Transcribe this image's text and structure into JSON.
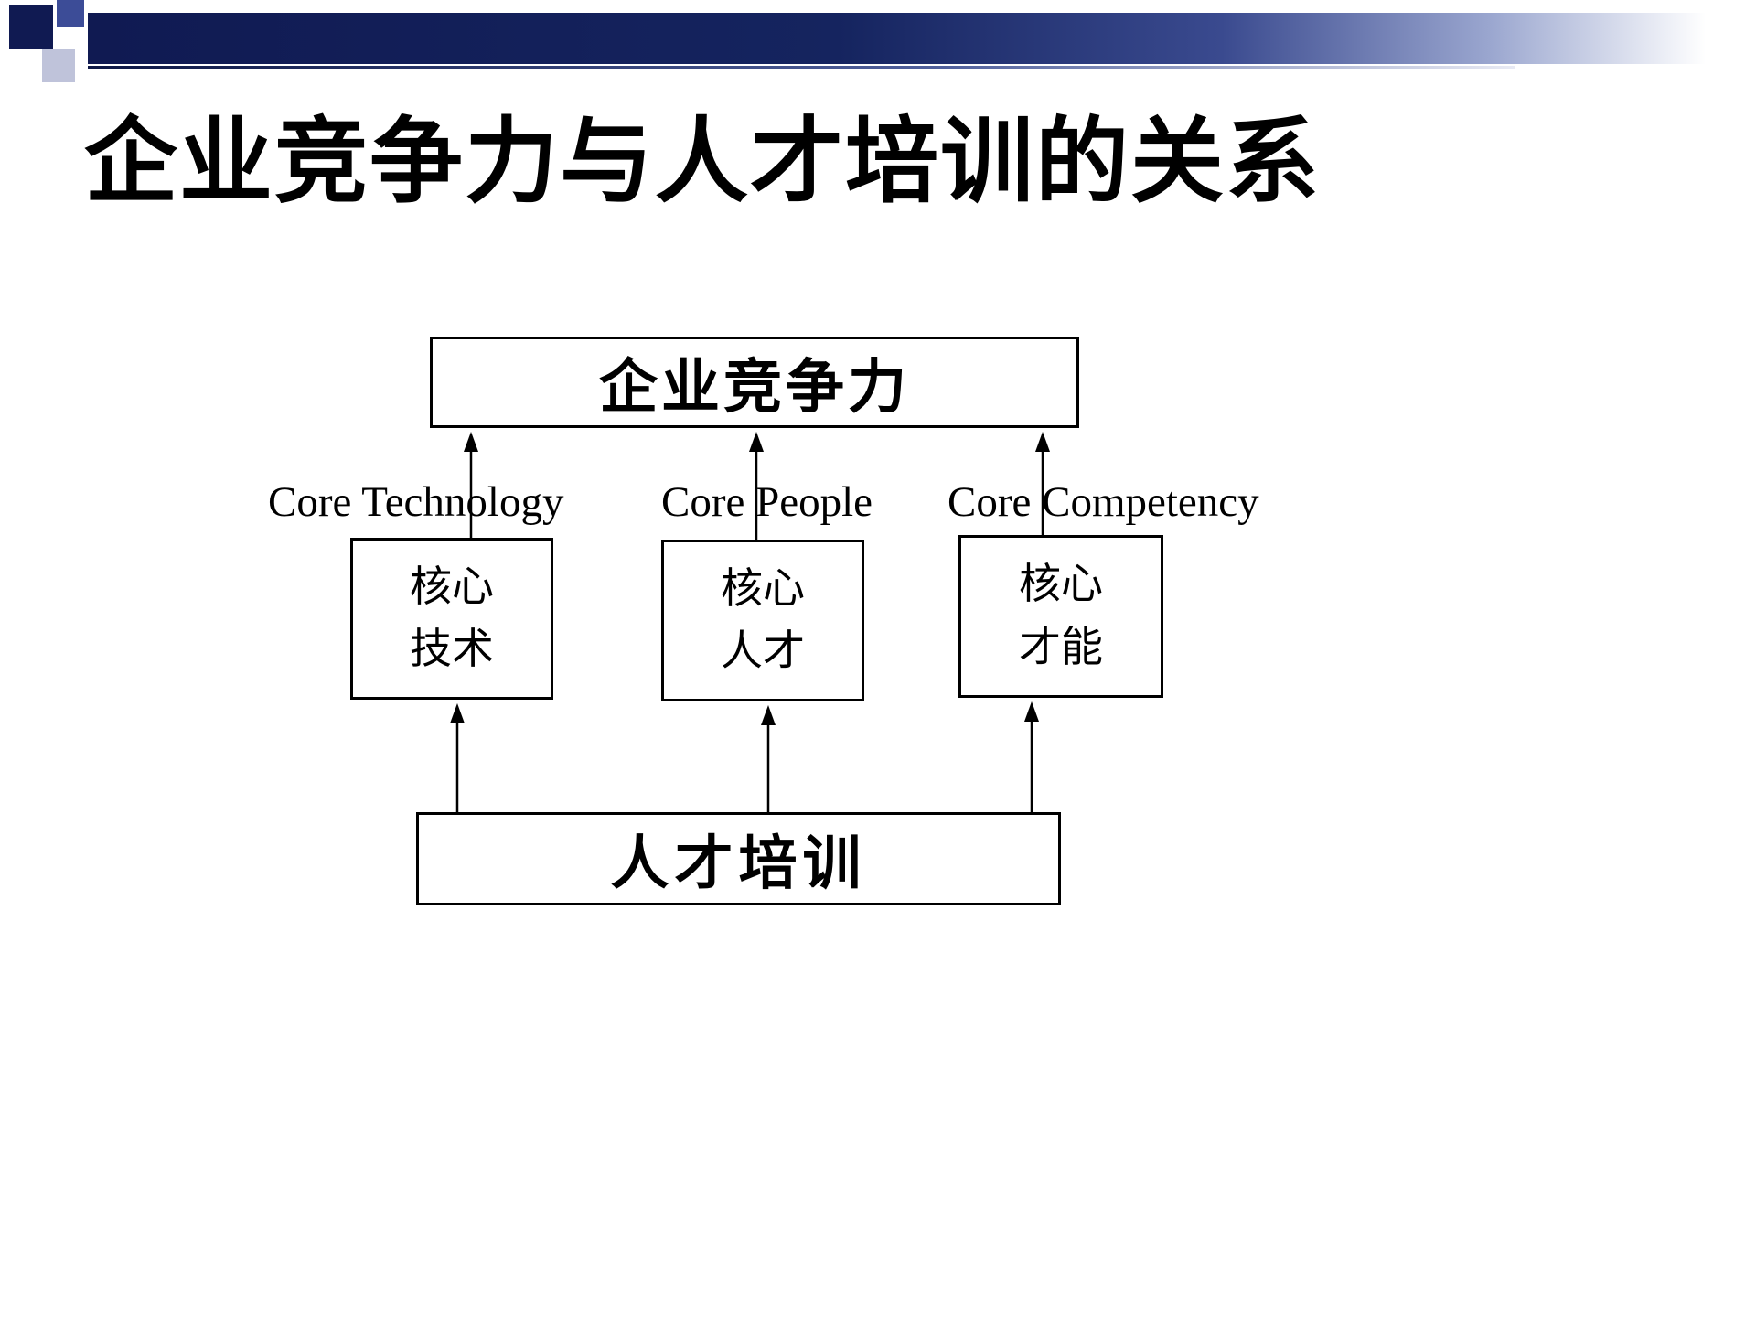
{
  "slide": {
    "title": "企业竞争力与人才培训的关系"
  },
  "diagram": {
    "top_box": {
      "label": "企业竞争力"
    },
    "bottom_box": {
      "label": "人才培训"
    },
    "columns": [
      {
        "english_label": "Core Technology",
        "box_line1": "核心",
        "box_line2": "技术"
      },
      {
        "english_label": "Core People",
        "box_line1": "核心",
        "box_line2": "人才"
      },
      {
        "english_label": "Core Competency",
        "box_line1": "核心",
        "box_line2": "才能"
      }
    ]
  },
  "colors": {
    "banner_navy": "#101a52",
    "banner_blue": "#3c4c97",
    "banner_gray": "#bfc3da",
    "text": "#000000",
    "background": "#ffffff"
  }
}
